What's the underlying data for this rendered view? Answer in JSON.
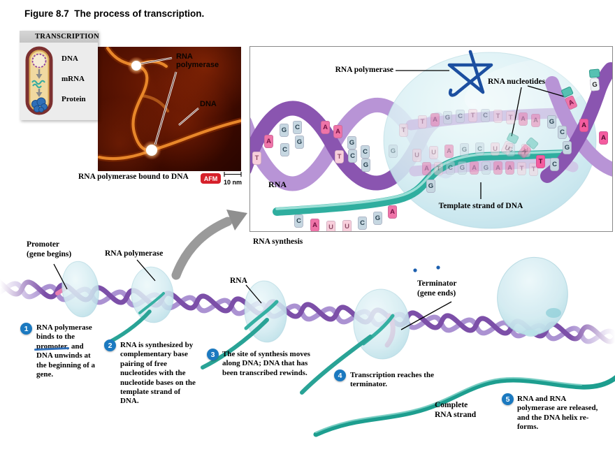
{
  "figure": {
    "title": "Figure 8.7  The process of transcription."
  },
  "panel": {
    "header": "TRANSCRIPTION",
    "dna": "DNA",
    "mrna": "mRNA",
    "protein": "Protein"
  },
  "afm": {
    "rna_poly_1": "RNA",
    "rna_poly_2": "polymerase",
    "dna": "DNA",
    "caption": "RNA polymerase bound to DNA",
    "badge": "AFM",
    "scale": "10 nm"
  },
  "inset": {
    "rna_polymerase": "RNA polymerase",
    "rna_nucleotides": "RNA nucleotides",
    "rna": "RNA",
    "template": "Template strand of DNA",
    "caption": "RNA synthesis",
    "left_helix": [
      "T",
      "A",
      "G",
      "C",
      "C",
      "G",
      "A",
      "A",
      "T",
      "G",
      "C",
      "C",
      "G"
    ],
    "opening": [
      "T",
      "G",
      "U"
    ],
    "top_strand": [
      "T",
      "A",
      "G",
      "C",
      "T",
      "C",
      "T",
      "T",
      "A",
      "A"
    ],
    "rna_inner": [
      "U",
      "A",
      "G",
      "C",
      "U",
      "C",
      "U"
    ],
    "template_strand": [
      "A",
      "T",
      "C",
      "G",
      "A",
      "G",
      "A",
      "A",
      "T",
      "T"
    ],
    "rna_exit": [
      "C",
      "A",
      "U",
      "U",
      "C",
      "G",
      "A"
    ],
    "bend": "G",
    "right_helix": [
      "G",
      "C",
      "G",
      "T",
      "C",
      "A",
      "A"
    ],
    "free_nt": [
      "A",
      "G"
    ],
    "floating_nt": [
      "U",
      "A"
    ]
  },
  "main": {
    "promoter_1": "Promoter",
    "promoter_2": "(gene begins)",
    "rna_polymerase": "RNA polymerase",
    "rna": "RNA",
    "terminator_1": "Terminator",
    "terminator_2": "(gene ends)",
    "complete_1": "Complete",
    "complete_2": "RNA strand",
    "steps": [
      {
        "num": "1",
        "pre": "RNA polymerase binds to the ",
        "strike": "promoter",
        "post": ", and DNA unwinds at the beginning of a gene."
      },
      {
        "num": "2",
        "text": "RNA is synthesized by complementary base pairing of free nucleotides with the nucleotide bases on the template strand of DNA."
      },
      {
        "num": "3",
        "text": "The site of synthesis moves along DNA; DNA that has been transcribed rewinds."
      },
      {
        "num": "4",
        "text": "Transcription reaches the terminator."
      },
      {
        "num": "5",
        "text": "RNA and RNA polymerase are released, and the DNA helix re-forms."
      }
    ]
  },
  "colors": {
    "accent_blue": "#1b79c0",
    "helix_purple": "#7c4fa8",
    "helix_light": "#ab92d2",
    "rna_teal": "#29a396",
    "bubble": "#d6eef3",
    "afm_badge": "#d6202a",
    "pen_blue": "#1c4fa0"
  }
}
